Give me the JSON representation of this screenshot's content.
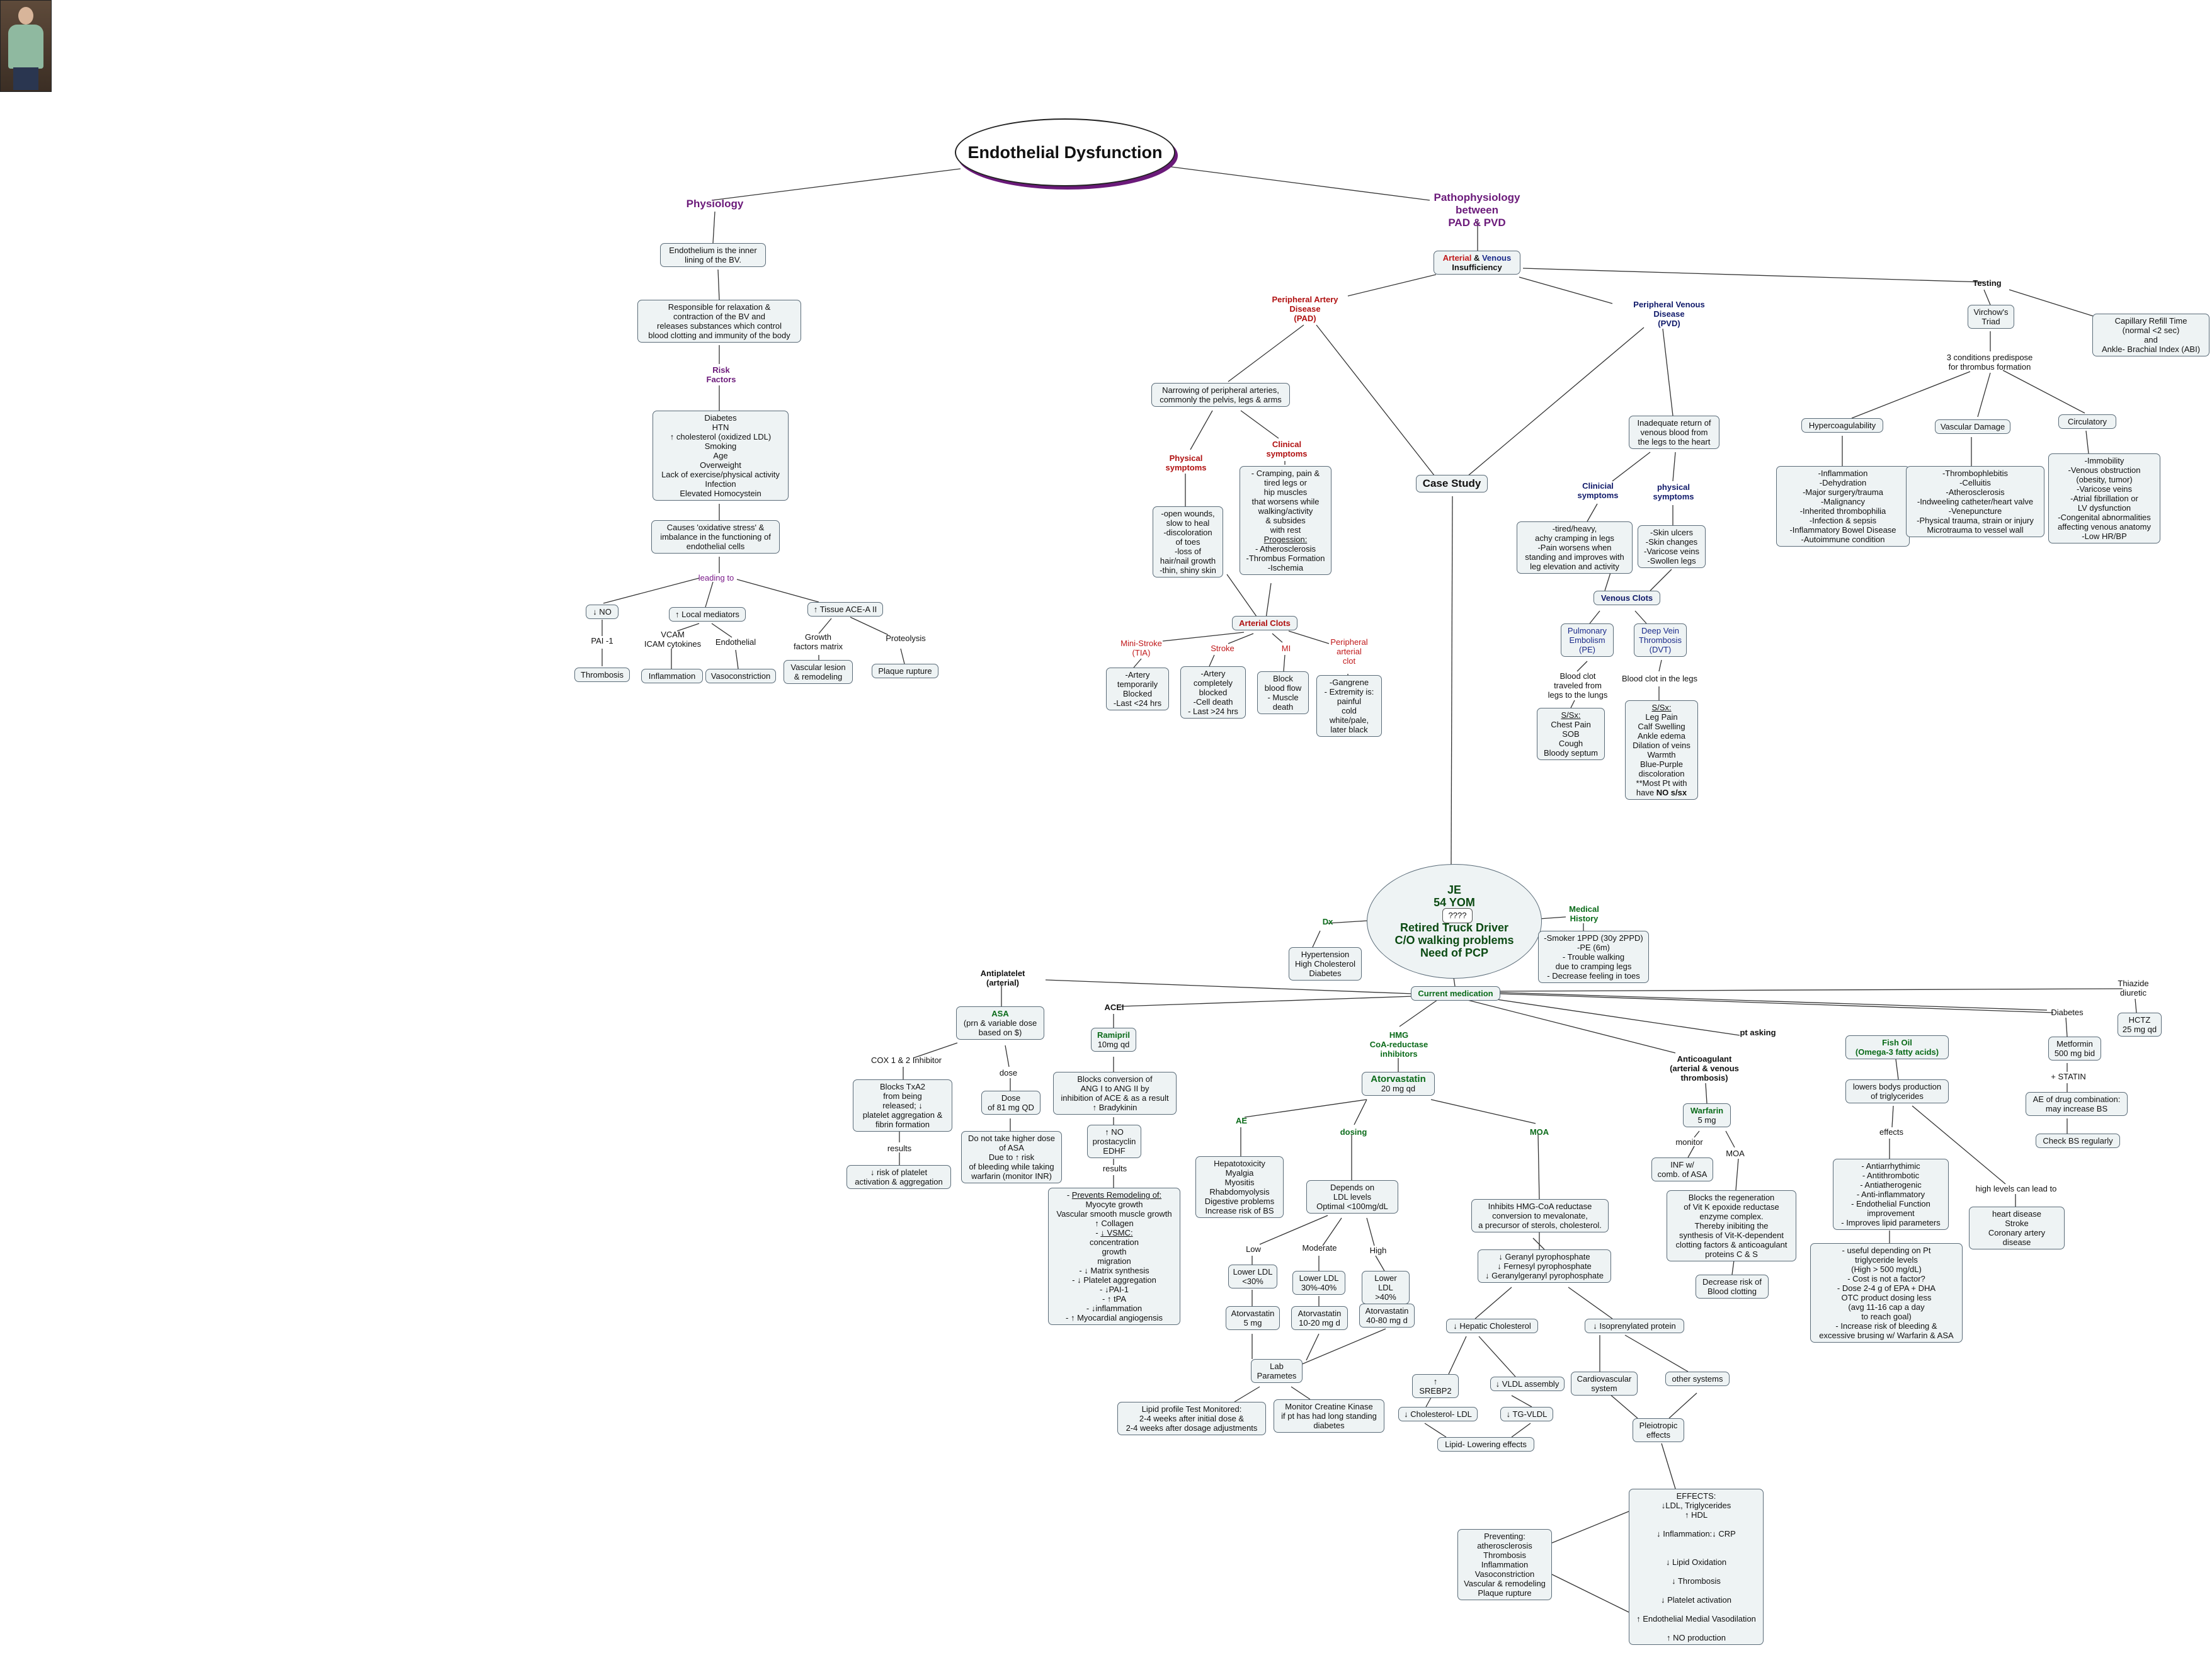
{
  "title": "Endothelial Dysfunction",
  "branches": {
    "physiology": "Physiology",
    "patho": "Pathophysiology\nbetween\nPAD & PVD"
  },
  "physio": {
    "inner": "Endothelium is the inner\nlining of the BV.",
    "responsible": "Responsible for relaxation &\ncontraction of the BV and\nreleases substances which control\nblood clotting and immunity of the body",
    "risk_label": "Risk\nFactors",
    "risk_list": "Diabetes\nHTN\n↑ cholesterol (oxidized LDL)\nSmoking\nAge\nOverweight\nLack of exercise/physical activity\nInfection\nElevated Homocystein",
    "causes": "Causes 'oxidative stress' &\nimbalance in the functioning of\nendothelial cells",
    "leading_to": "leading to",
    "no": "↓ NO",
    "local_mediators": "↑ Local mediators",
    "tissue_ace": "↑ Tissue ACE-A II",
    "pai": "PAI -1",
    "vcam": "VCAM\nICAM cytokines",
    "endothelial": "Endothelial",
    "growth": "Growth\nfactors matrix",
    "proteolysis": "Proteolysis",
    "thrombosis": "Thrombosis",
    "inflammation": "Inflammation",
    "vasoconstriction": "Vasoconstriction",
    "vascular_lesion": "Vascular lesion\n& remodeling",
    "plaque": "Plaque rupture"
  },
  "insufficiency": {
    "arterial": "Arterial",
    "amp": " & ",
    "venous": "Venous",
    "rest": "Insufficiency"
  },
  "pad": {
    "title": "Peripheral Artery\nDisease\n(PAD)",
    "narrowing": "Narrowing of peripheral arteries,\ncommonly the pelvis, legs & arms",
    "physical_label": "Physical\nsymptoms",
    "clinical_label": "Clinical\nsymptoms",
    "physical": "-open wounds,\nslow to heal\n-discoloration\nof toes\n-loss of\nhair/nail growth\n-thin, shiny skin",
    "clinical_top": "- Cramping, pain &\ntired legs or\nhip muscles\nthat worsens while\nwalking/activity\n& subsides\nwith rest",
    "progression": "Progession:",
    "clinical_bottom": "- Atherosclerosis\n-Thrombus Formation\n-Ischemia",
    "arterial_clots": "Arterial Clots",
    "ministroke": "Mini-Stroke\n(TIA)",
    "stroke": "Stroke",
    "mi": "MI",
    "peripheral_clot": "Peripheral\narterial\nclot",
    "tia_box": "-Artery\ntemporarily\nBlocked\n-Last <24 hrs",
    "stroke_box": "-Artery\ncompletely\nblocked\n-Cell death\n- Last >24 hrs",
    "mi_box": "Block\nblood flow\n- Muscle\ndeath",
    "pac_box": "-Gangrene\n- Extremity is:\npainful\ncold\nwhite/pale,\nlater black"
  },
  "pvd": {
    "title": "Peripheral Venous\nDisease\n(PVD)",
    "inadequate": "Inadequate return of\nvenous blood from\nthe legs to the heart",
    "clinical_label": "Clinicial\nsymptoms",
    "physical_label": "physical\nsymptoms",
    "clinical": "-tired/heavy,\nachy cramping in legs\n-Pain worsens when\nstanding and improves with\nleg elevation and activity",
    "physical": "-Skin ulcers\n-Skin changes\n-Varicose veins\n-Swollen legs",
    "venous_clots": "Venous Clots",
    "pe": "Pulmonary\nEmbolism\n(PE)",
    "dvt": "Deep Vein\nThrombosis\n(DVT)",
    "pe_desc": "Blood clot\ntraveled from\nlegs to the lungs",
    "dvt_desc": "Blood clot in the legs",
    "ssx_label": "S/Sx:",
    "pe_ssx": "Chest Pain\nSOB\nCough\nBloody septum",
    "dvt_ssx": "Leg Pain\nCalf Swelling\nAnkle edema\nDilation of veins\nWarmth\nBlue-Purple\ndiscoloration\n**Most Pt with\nhave ",
    "dvt_ssx_bold": "NO s/sx"
  },
  "testing": {
    "label": "Testing",
    "virchow": "Virchow's\nTriad",
    "capillary": "Capillary Refill Time\n(normal <2 sec)\nand\nAnkle- Brachial Index (ABI)",
    "predispose": "3 conditions predispose\nfor thrombus formation",
    "hyper": "Hypercoagulability",
    "vascular": "Vascular Damage",
    "circulatory": "Circulatory",
    "hyper_list": "-Inflammation\n-Dehydration\n-Major surgery/trauma\n-Malignancy\n-Inherited thrombophilia\n-Infection & sepsis\n-Inflammatory Bowel Disease\n-Autoimmune condition",
    "vascular_list": "-Thrombophlebitis\n-Celluitis\n-Atherosclerosis\n-Indweeling catheter/heart valve\n-Venepuncture\n-Physical trauma, strain or injury\nMicrotrauma to vessel wall",
    "circ_list": "-Immobility\n-Venous obstruction\n(obesity, tumor)\n-Varicose veins\n-Atrial fibrillation or\nLV dysfunction\n-Congenital abnormalities\naffecting venous anatomy\n-Low HR/BP"
  },
  "case_study": "Case Study",
  "patient": {
    "oval": "JE\n54 YOM\n2\nRetired Truck Driver\nC/O walking problems\nNeed of PCP",
    "qmark": "????",
    "dx_label": "Dx",
    "dx": "Hypertension\nHigh Cholesterol\nDiabetes",
    "med_hist_label": "Medical\nHistory",
    "med_hist": "-Smoker 1PPD (30y 2PPD)\n-PE (6m)\n- Trouble walking\ndue to cramping legs\n- Decrease feeling in toes"
  },
  "meds": {
    "current": "Current medication",
    "antiplatelet": "Antiplatelet\n(arterial)",
    "asa": "ASA",
    "asa_sub": "(prn & variable dose\nbased on $)",
    "cox": "COX 1 & 2 Inhibitor",
    "dose_label": "dose",
    "blocks_txa2": "Blocks TxA2\nfrom being\nreleased; ↓\nplatelet aggregation &\nfibrin formation",
    "dose81": "Dose\nof 81 mg QD",
    "results": "results",
    "platelet_risk": "↓ risk of platelet\nactivation & aggregation",
    "no_higher": "Do not take higher dose\nof ASA\nDue to ↑ risk\nof bleeding while taking\nwarfarin (monitor INR)",
    "acei": "ACEI",
    "ramipril": "Ramipril",
    "ramipril_dose": "10mg qd",
    "ramipril_blocks": "Blocks conversion of\nANG I to ANG II by\ninhibition of ACE & as a result\n↑ Bradykinin",
    "no_prostacyclin": "↑ NO\nprostacyclin\nEDHF",
    "ram_results": "results",
    "prevents_title": "Prevents Remodeling of:",
    "prevents_mid": "Myocyte growth\nVascular smooth muscle growth\n↑ Collagen",
    "vsmc": "↓ VSMC:",
    "prevents_rest": "concentration\ngrowth\nmigration\n- ↓ Matrix synthesis\n- ↓ Platelet aggregation\n- ↓PAI-1\n- ↑ tPA\n- ↓inflammation\n- ↑ Myocardial angiogensis",
    "hmg": "HMG\nCoA-reductase\ninhibitors",
    "atorva": "Atorvastatin",
    "atorva_dose": "20 mg qd",
    "ae": "AE",
    "dosing": "dosing",
    "moa": "MOA",
    "ae_list": "Hepatotoxicity\nMyalgia\nMyositis\nRhabdomyolysis\nDigestive problems\nIncrease risk of BS",
    "depends": "Depends on\nLDL levels\nOptimal  <100mg/dL",
    "low": "Low",
    "moderate": "Moderate",
    "high": "High",
    "lower30": "Lower LDL\n<30%",
    "lower3040": "Lower LDL\n30%-40%",
    "lower40": "Lower LDL\n>40%",
    "ator5": "Atorvastatin\n5 mg",
    "ator1020": "Atorvastatin\n10-20 mg d",
    "ator4080": "Atorvastatin\n40-80 mg d",
    "lab": "Lab\nParametes",
    "lipid_profile": "Lipid profile Test Monitored:\n2-4 weeks after initial dose &\n2-4 weeks after dosage adjustments",
    "ck": "Monitor Creatine Kinase\nif pt has had long standing\ndiabetes",
    "inhibits": "Inhibits HMG-CoA reductase\nconversion to mevalonate,\na precursor of sterols, cholesterol.",
    "geranyl": "↓ Geranyl pyrophosphate\n↓ Fernesyl pyrophosphate\n↓ Geranylgeranyl pyrophosphate",
    "hepatic": "↓ Hepatic Cholesterol",
    "isoprenylated": "↓ Isoprenylated protein",
    "srebp2": "↑ SREBP2",
    "vldl": "↓ VLDL assembly",
    "chol_ldl": "↓ Cholesterol- LDL",
    "tg_vldl": "↓ TG-VLDL",
    "lipid_lowering": "Lipid- Lowering effects",
    "cardio": "Cardiovascular\nsystem",
    "other_systems": "other systems",
    "pleiotropic": "Pleiotropic\neffects",
    "effects": "EFFECTS:\n↓LDL, Triglycerides\n↑ HDL\n\n↓ Inflammation:↓ CRP\n\n\n↓ Lipid Oxidation\n\n↓ Thrombosis\n\n↓ Platelet activation\n\n↑ Endothelial Medial Vasodilation\n\n↑ NO production",
    "preventing": "Preventing:\natherosclerosis\nThrombosis\nInflammation\nVasoconstriction\nVascular & remodeling\nPlaque rupture",
    "anticoag": "Anticoagulant\n(arterial & venous\nthrombosis)",
    "warfarin": "Warfarin",
    "warfarin_dose": "5 mg",
    "monitor": "monitor",
    "war_moa": "MOA",
    "inr": "INF w/\ncomb. of ASA",
    "war_blocks": "Blocks the regeneration\nof Vit K epoxide reductase\nenzyme complex.\nThereby inibiting the\nsynthesis of Vit-K-dependent\nclotting factors & anticoagulant\nproteins C & S",
    "decrease_clot": "Decrease risk of\nBlood clotting",
    "pt_asking": "pt asking",
    "fish": "Fish Oil\n(Omega-3 fatty acids)",
    "fish_lowers": "lowers bodys production\nof triglycerides",
    "fish_effects": "effects",
    "fish_list": "- Antiarrhythimic\n- Antithrombotic\n- Antiatherogenic\n- Anti-inflammatory\n- Endothelial Function\nimprovement\n- Improves lipid parameters",
    "fish_useful": "- useful depending on Pt\ntriglyceride levels\n(High > 500 mg/dL)\n- Cost is not a factor?\n- Dose 2-4 g of EPA + DHA\nOTC product dosing less\n(avg 11-16 cap a day\nto reach goal)\n- Increase risk of bleeding &\nexcessive brusing w/ Warfarin & ASA",
    "high_levels": "high levels can lead to",
    "heart_disease": "heart disease\nStroke\nCoronary artery disease",
    "diabetes": "Diabetes",
    "metformin": "Metformin\n500 mg bid",
    "statin": "+ STATIN",
    "ae_combo": "AE of drug combination:\nmay increase BS",
    "check_bs": "Check BS regularly",
    "thiazide": "Thiazide\ndiuretic",
    "hctz": "HCTZ\n25 mg qd"
  }
}
